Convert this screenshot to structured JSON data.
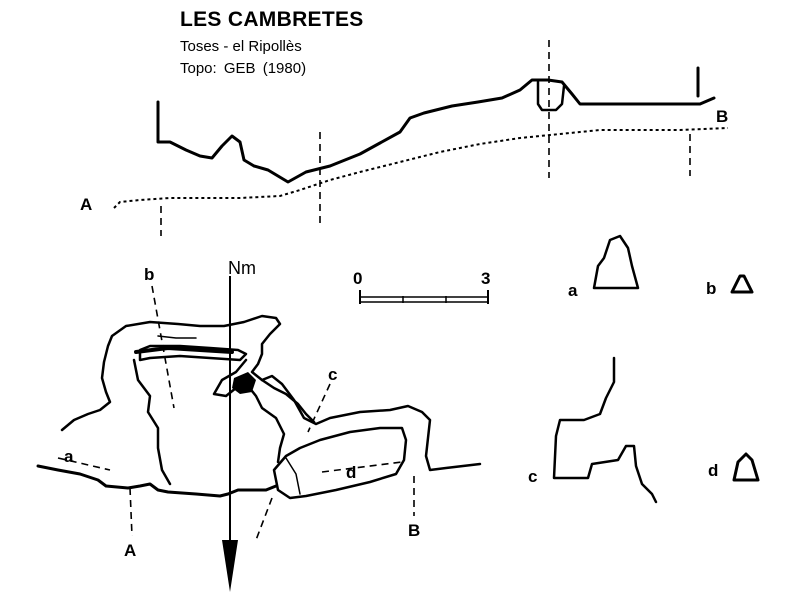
{
  "header": {
    "title": "LES CAMBRETES",
    "location": "Toses - el Ripollès",
    "survey": "Topo: GEB (1980)"
  },
  "profile": {
    "label_a": "A",
    "label_b": "B"
  },
  "plan": {
    "north_label": "Nm",
    "section_labels": {
      "a": "a",
      "b": "b",
      "c": "c",
      "d": "d"
    },
    "profile_labels": {
      "A": "A",
      "B": "B"
    }
  },
  "scale_bar": {
    "start_label": "0",
    "end_label": "3"
  },
  "cross_sections": [
    {
      "id": "a",
      "label": "a"
    },
    {
      "id": "b",
      "label": "b"
    },
    {
      "id": "c",
      "label": "c"
    },
    {
      "id": "d",
      "label": "d"
    }
  ]
}
